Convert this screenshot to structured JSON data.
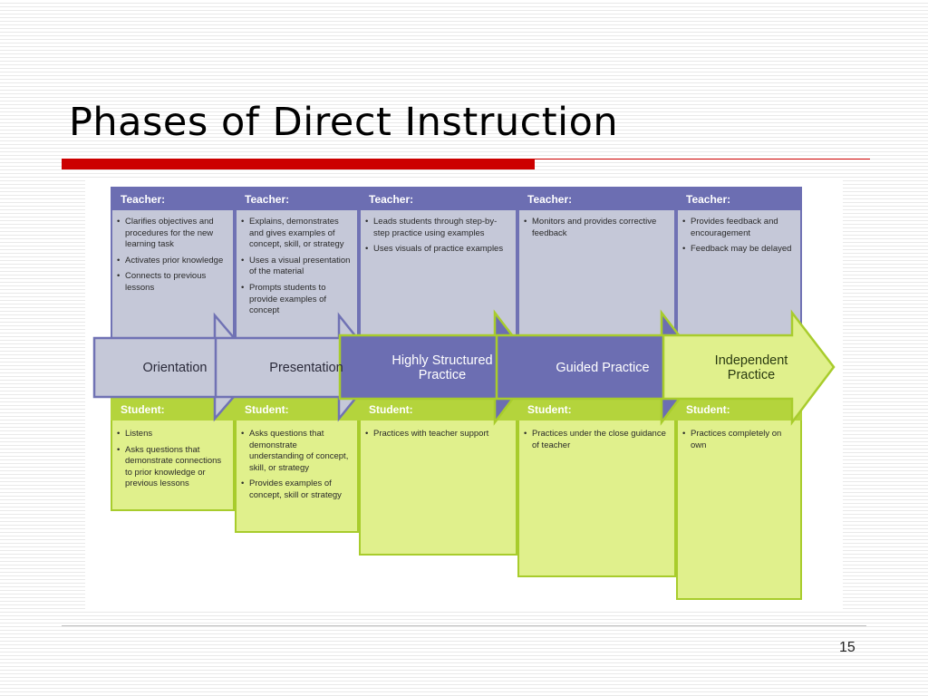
{
  "slide": {
    "title": "Phases of Direct Instruction",
    "page_number": "15"
  },
  "colors": {
    "accent_rule": "#cc0000",
    "teacher_header": "#6c6eb2",
    "teacher_body": "#c5c8d8",
    "student_header": "#b4d43c",
    "student_body": "#e0f08c"
  },
  "phases": [
    {
      "name": "Orientation",
      "teacher_label": "Teacher:",
      "teacher_items": [
        "Clarifies objectives and procedures for the new learning task",
        "Activates prior knowledge",
        "Connects to previous lessons"
      ],
      "student_label": "Student:",
      "student_items": [
        "Listens",
        "Asks questions that demonstrate connections to prior knowledge or previous lessons"
      ]
    },
    {
      "name": "Presentation",
      "teacher_label": "Teacher:",
      "teacher_items": [
        "Explains, demonstrates and gives examples of concept, skill, or strategy",
        "Uses a visual presentation of the material",
        "Prompts students to provide examples of concept"
      ],
      "student_label": "Student:",
      "student_items": [
        "Asks questions that demonstrate understanding of concept, skill, or strategy",
        "Provides examples of concept, skill or strategy"
      ]
    },
    {
      "name": "Highly Structured Practice",
      "teacher_label": "Teacher:",
      "teacher_items": [
        "Leads students through step-by-step practice using examples",
        "Uses visuals of practice examples"
      ],
      "student_label": "Student:",
      "student_items": [
        "Practices with teacher support"
      ]
    },
    {
      "name": "Guided Practice",
      "teacher_label": "Teacher:",
      "teacher_items": [
        "Monitors and provides corrective feedback"
      ],
      "student_label": "Student:",
      "student_items": [
        "Practices under the close guidance of teacher"
      ]
    },
    {
      "name": "Independent Practice",
      "teacher_label": "Teacher:",
      "teacher_items": [
        "Provides feedback and encouragement",
        "Feedback may be delayed"
      ],
      "student_label": "Student:",
      "student_items": [
        "Practices completely on own"
      ]
    }
  ]
}
